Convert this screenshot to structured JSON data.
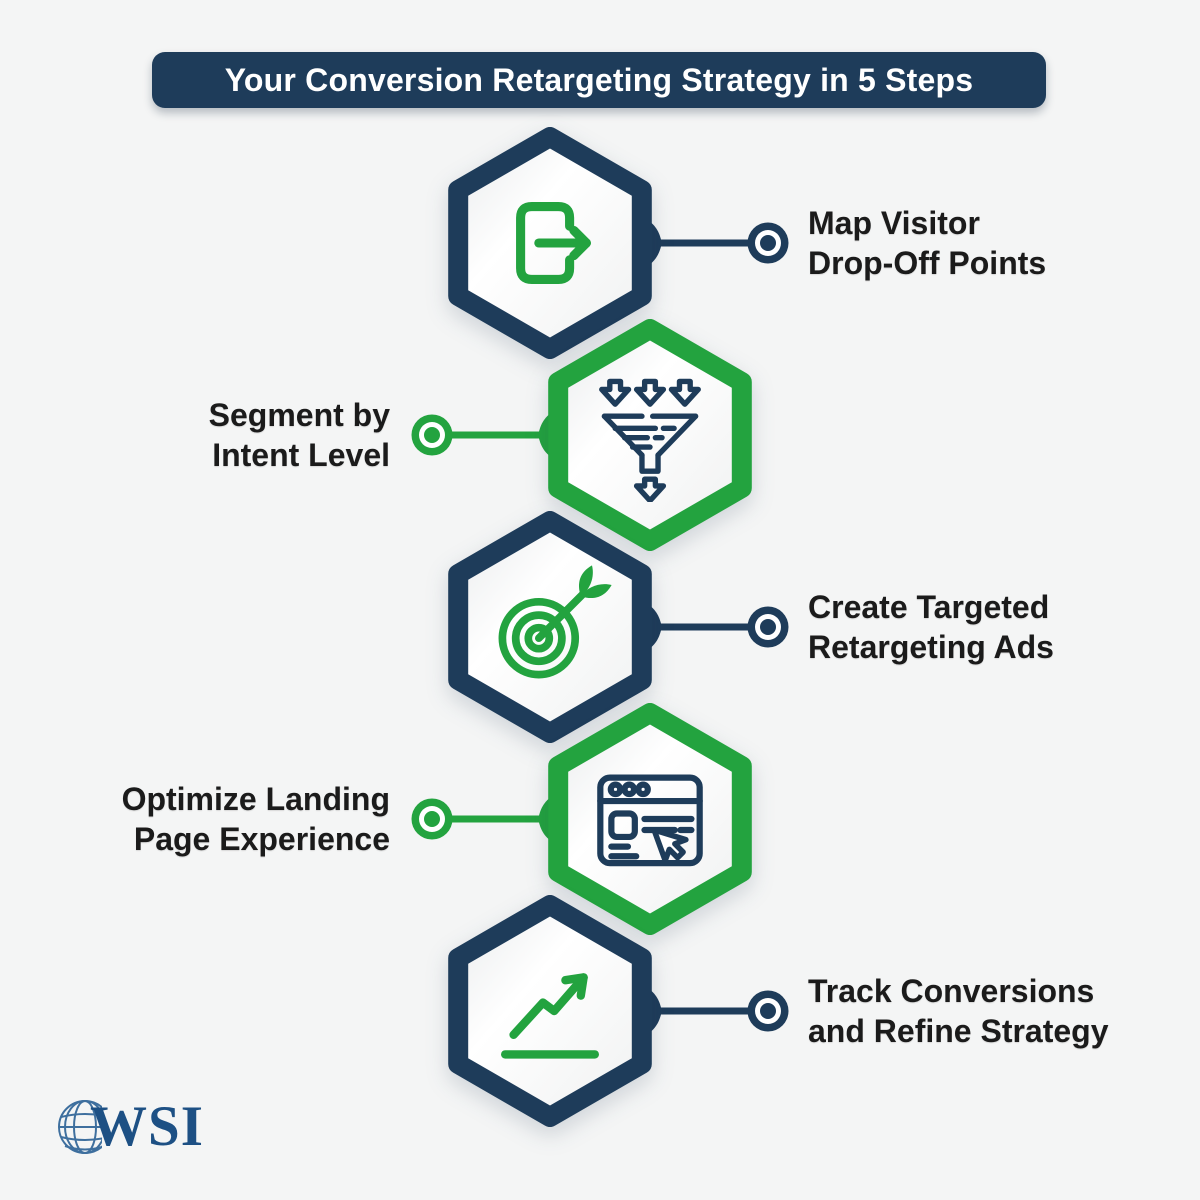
{
  "title": "Your Conversion Retargeting Strategy in 5 Steps",
  "colors": {
    "navy": "#1e3c5a",
    "green": "#23a33f",
    "background": "#f4f5f5",
    "label_text": "#1b1b1b",
    "banner_text": "#ffffff",
    "logo_blue": "#1d5084"
  },
  "steps": [
    {
      "index": 1,
      "lines": [
        "Map Visitor",
        "Drop-Off Points"
      ],
      "side": "right",
      "hex_color": "navy",
      "icon": "exit-icon"
    },
    {
      "index": 2,
      "lines": [
        "Segment by",
        "Intent Level"
      ],
      "side": "left",
      "hex_color": "green",
      "icon": "funnel-icon"
    },
    {
      "index": 3,
      "lines": [
        "Create Targeted",
        "Retargeting Ads"
      ],
      "side": "right",
      "hex_color": "navy",
      "icon": "target-icon"
    },
    {
      "index": 4,
      "lines": [
        "Optimize Landing",
        "Page Experience"
      ],
      "side": "left",
      "hex_color": "green",
      "icon": "browser-icon"
    },
    {
      "index": 5,
      "lines": [
        "Track Conversions",
        "and Refine Strategy"
      ],
      "side": "right",
      "hex_color": "navy",
      "icon": "trend-chart-icon"
    }
  ],
  "logo": {
    "text": "WSI",
    "icon": "globe-icon"
  }
}
